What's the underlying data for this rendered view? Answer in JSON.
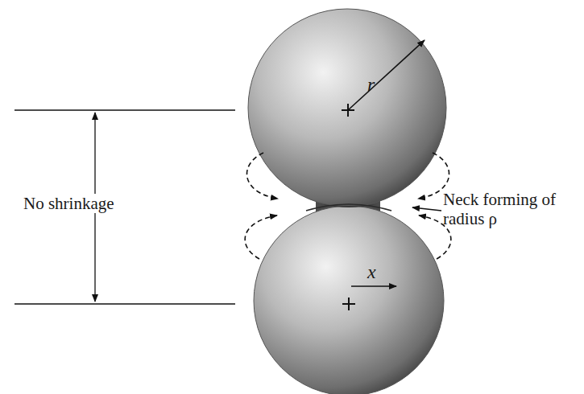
{
  "diagram": {
    "labels": [
      "r",
      "No shrinkage",
      "Neck forming of radius ρ",
      "x"
    ]
  }
}
